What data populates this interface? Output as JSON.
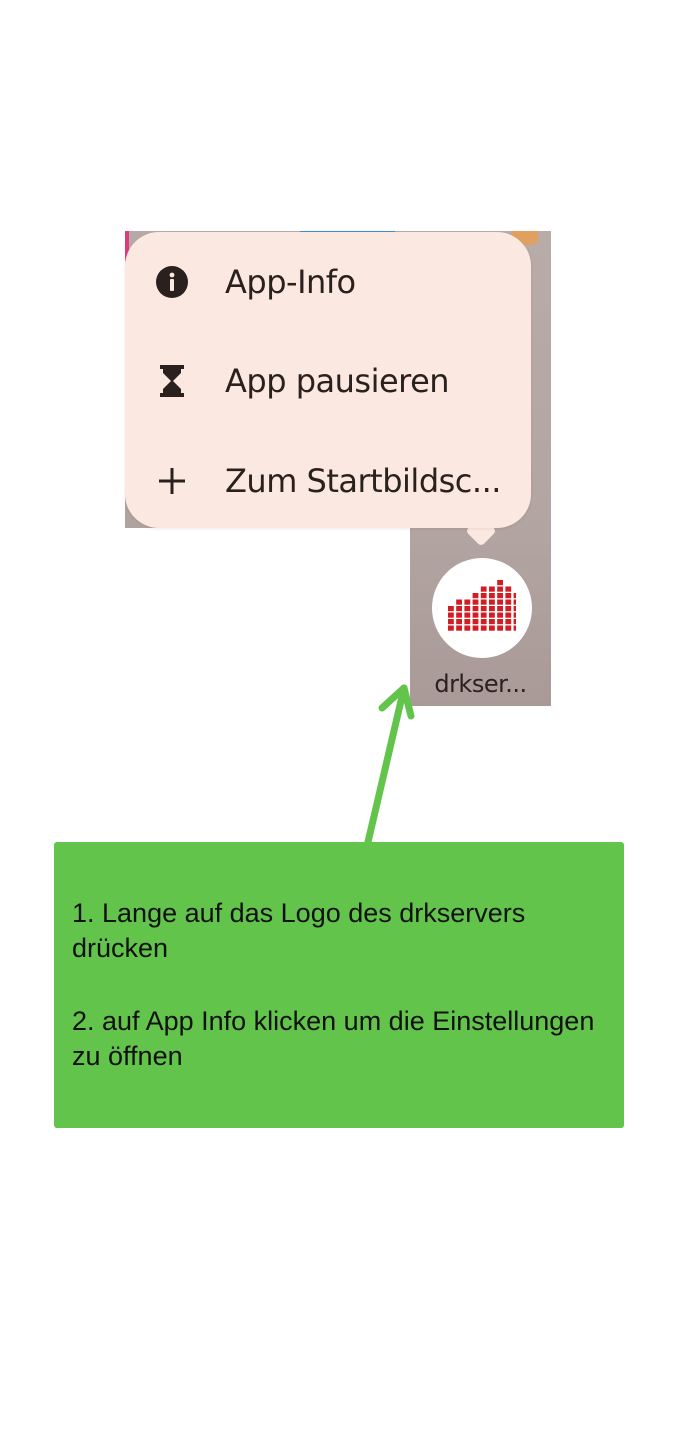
{
  "menu": {
    "items": [
      {
        "label": "App-Info",
        "icon": "info-icon"
      },
      {
        "label": "App pausieren",
        "icon": "hourglass-icon"
      },
      {
        "label": "Zum Startbildsc...",
        "icon": "plus-icon"
      }
    ]
  },
  "app": {
    "label": "drkser...",
    "icon": "drkserver-logo-icon"
  },
  "instructions": {
    "step1": "1. Lange auf das Logo des drkservers drücken",
    "step2": "2. auf App Info klicken um die Einstellungen zu öffnen"
  },
  "colors": {
    "menu_bg": "#fbe9e1",
    "note_bg": "#62c44b",
    "arrow": "#62c44b",
    "logo_red": "#d01e24"
  }
}
